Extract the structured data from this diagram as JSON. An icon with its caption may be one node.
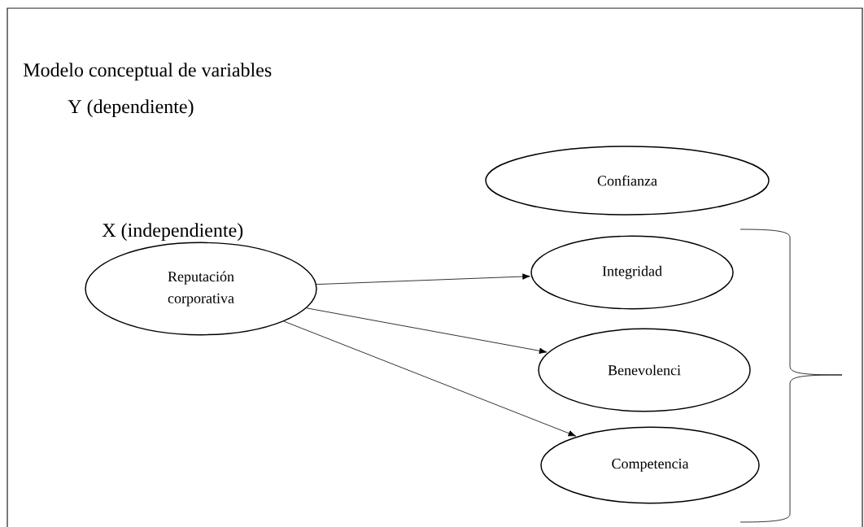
{
  "diagram": {
    "title": "Modelo conceptual de variables",
    "nodes": [
      {
        "text": [
          "Reputación corporativa"
        ]
      },
      {
        "text": [
          "Confianza"
        ]
      },
      {
        "text": [
          "Integridad"
        ]
      },
      {
        "text": [
          "Benevolenci"
        ]
      },
      {
        "text": [
          "Competencia"
        ]
      }
    ],
    "edges": [
      {
        "from": 0,
        "to": 2,
        "arrow": "to"
      },
      {
        "from": 0,
        "to": 3,
        "arrow": "to"
      },
      {
        "from": 0,
        "to": 4,
        "arrow": "to"
      }
    ],
    "labels": [
      "Y (dependiente)",
      "X (independiente)"
    ]
  }
}
